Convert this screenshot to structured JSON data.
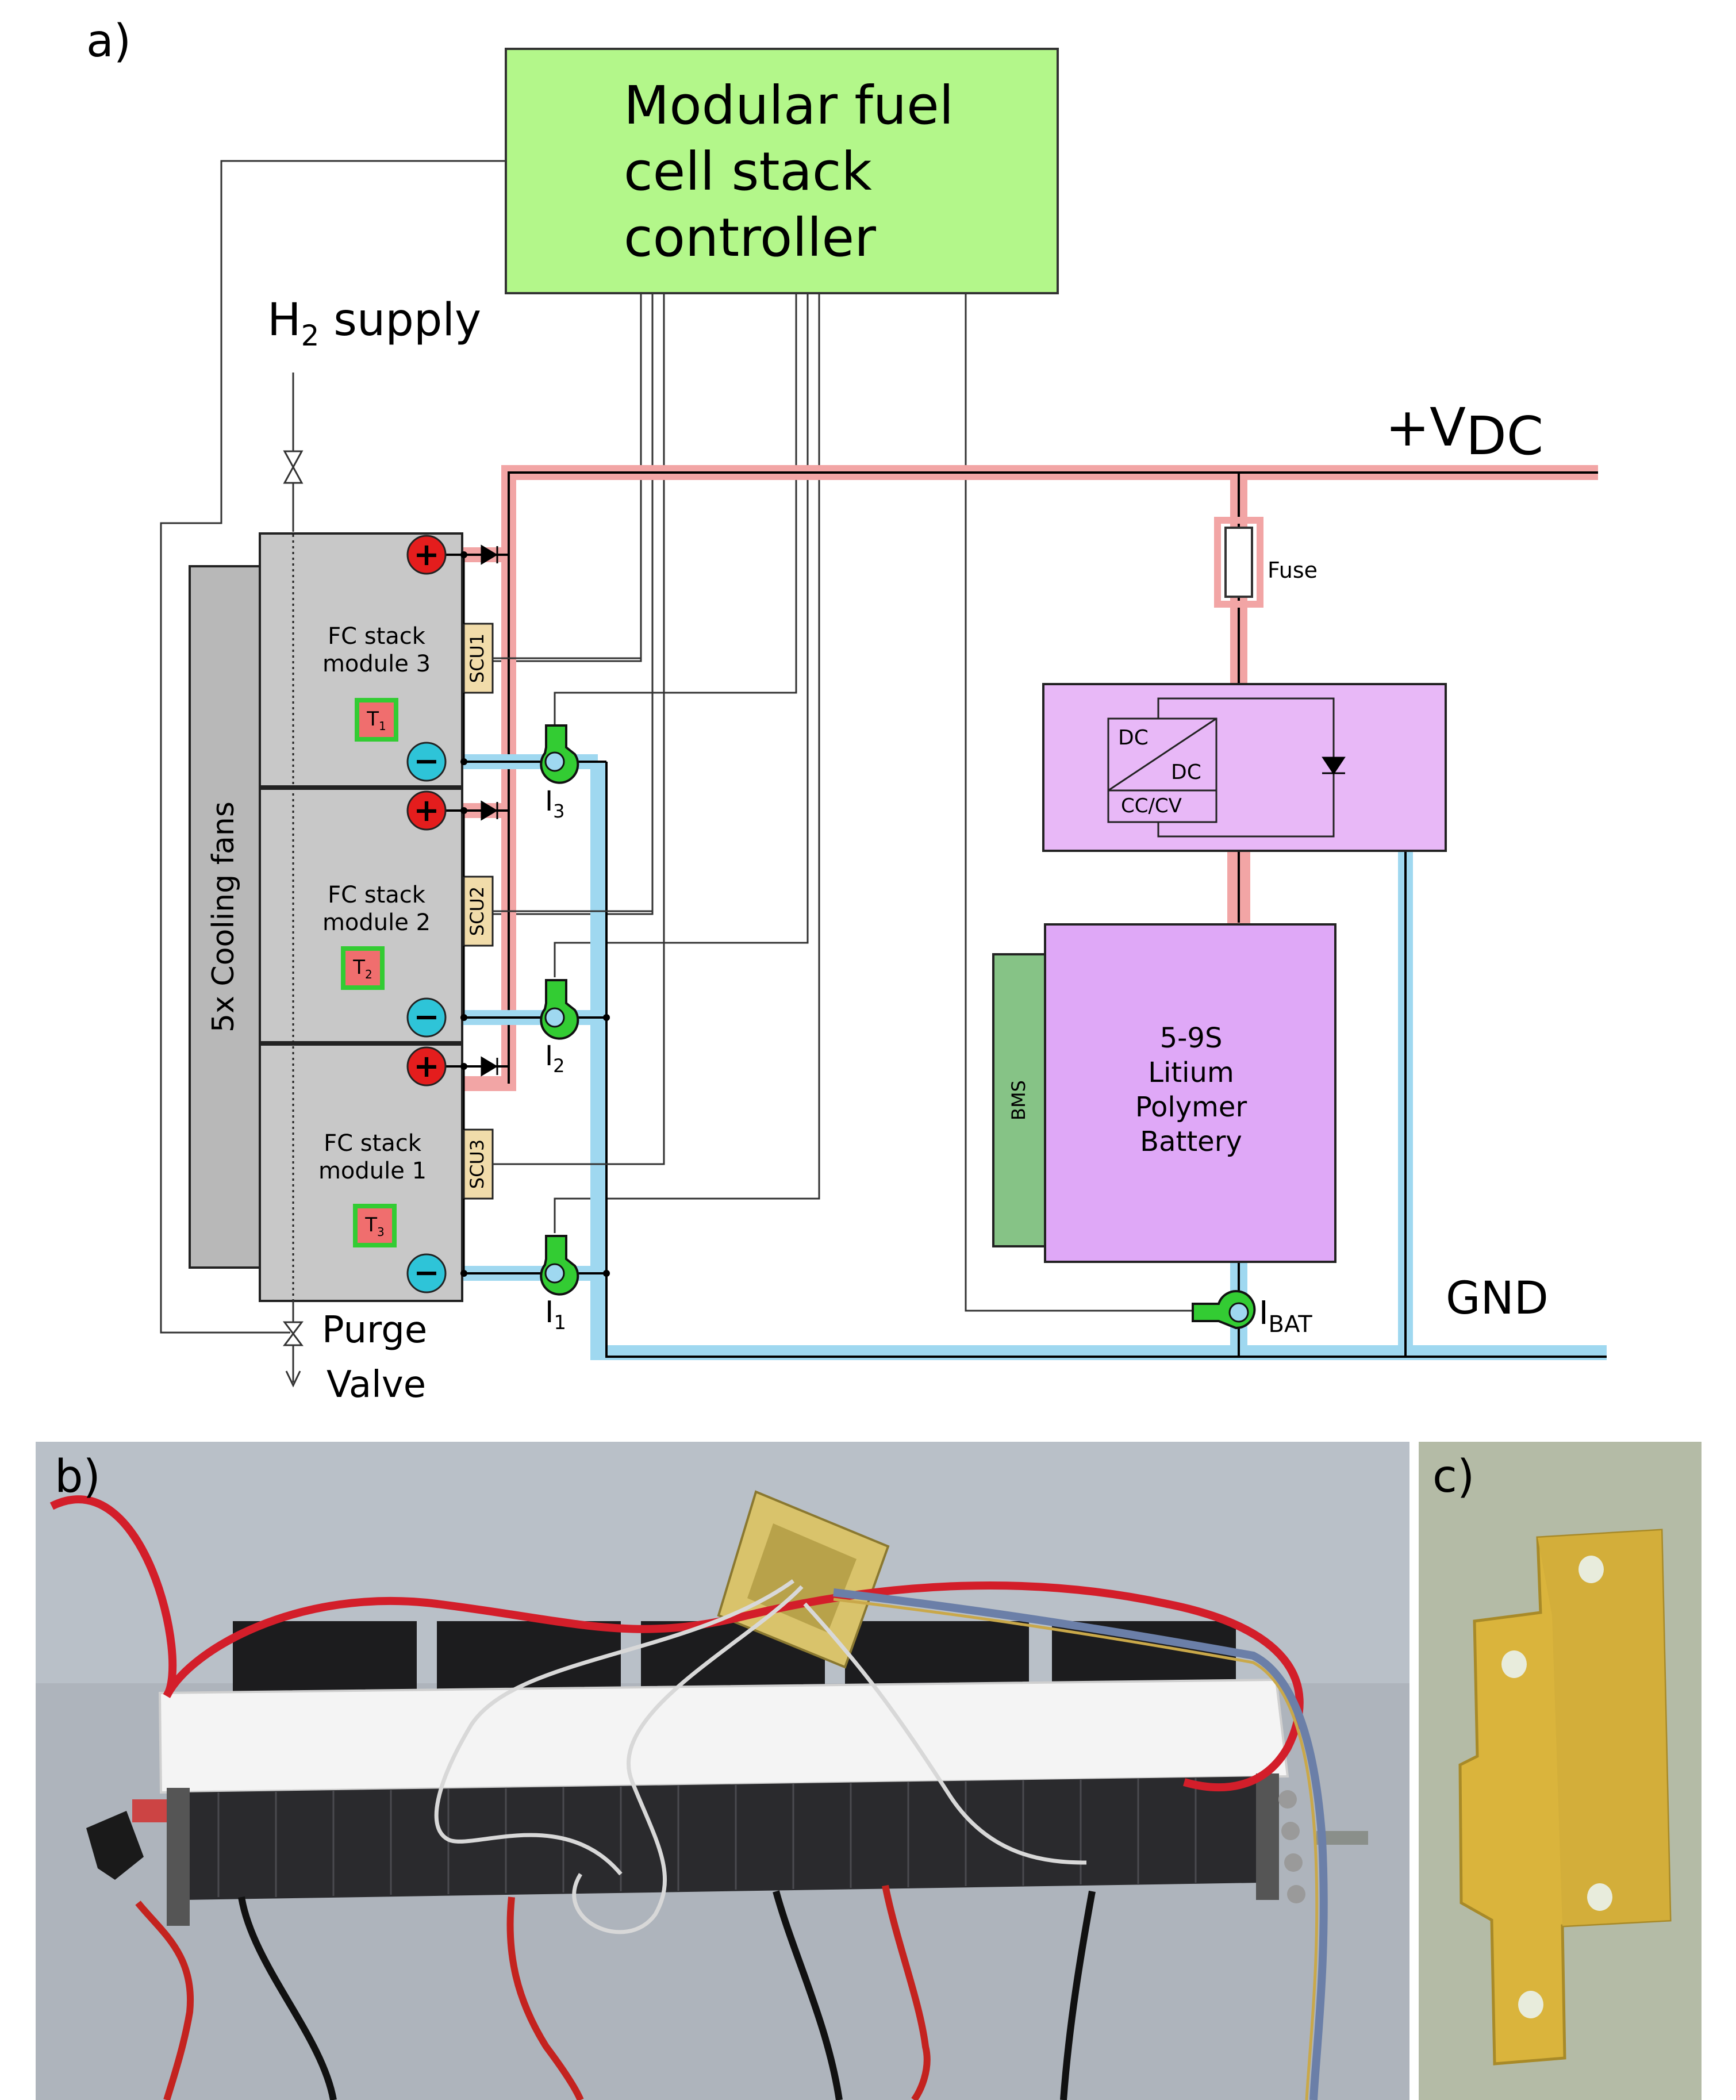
{
  "panel_labels": {
    "a": "a)",
    "b": "b)",
    "c": "c)"
  },
  "controller": {
    "line1": "Modular fuel",
    "line2": "cell stack",
    "line3": "controller"
  },
  "h2_supply": {
    "main": "H",
    "sub": "2",
    "rest": " supply"
  },
  "vdc": {
    "main": "+V",
    "sub": "DC"
  },
  "gnd": "GND",
  "fuse": "Fuse",
  "cooling_fans": "5x Cooling fans",
  "modules": [
    {
      "line1": "FC stack",
      "line2": "module 3",
      "scu": "SCU1",
      "temp_main": "T",
      "temp_sub": "1"
    },
    {
      "line1": "FC stack",
      "line2": "module 2",
      "scu": "SCU2",
      "temp_main": "T",
      "temp_sub": "2"
    },
    {
      "line1": "FC stack",
      "line2": "module 1",
      "scu": "SCU3",
      "temp_main": "T",
      "temp_sub": "3"
    }
  ],
  "current_sensors": [
    {
      "main": "I",
      "sub": "3"
    },
    {
      "main": "I",
      "sub": "2"
    },
    {
      "main": "I",
      "sub": "1"
    }
  ],
  "ibat": {
    "main": "I",
    "sub": "BAT"
  },
  "converter": {
    "dc_top": "DC",
    "dc_bottom": "DC",
    "mode": "CC/CV"
  },
  "battery": {
    "line1": "5-9S",
    "line2": "Litium",
    "line3": "Polymer",
    "line4": "Battery",
    "bms": "BMS"
  },
  "purge": {
    "line1": "Purge",
    "line2": "Valve"
  },
  "terminal_plus": "+",
  "terminal_minus": "−",
  "colors": {
    "controller_fill": "#b3f78a",
    "converter_fill": "#e8b8f7",
    "battery_fill": "#dfa8f7",
    "bms_fill": "#86c386",
    "positive_rail": "#f2a5a5",
    "negative_rail": "#9fd8f0",
    "sensor": "#33cc33",
    "plus_terminal": "#e41d1d",
    "minus_terminal": "#2ec4d8",
    "module_fill": "#c8c8c8",
    "fans_fill": "#b8b8b8",
    "scu_fill": "#f1dcaa",
    "temp_fill": "#f06e6e"
  }
}
